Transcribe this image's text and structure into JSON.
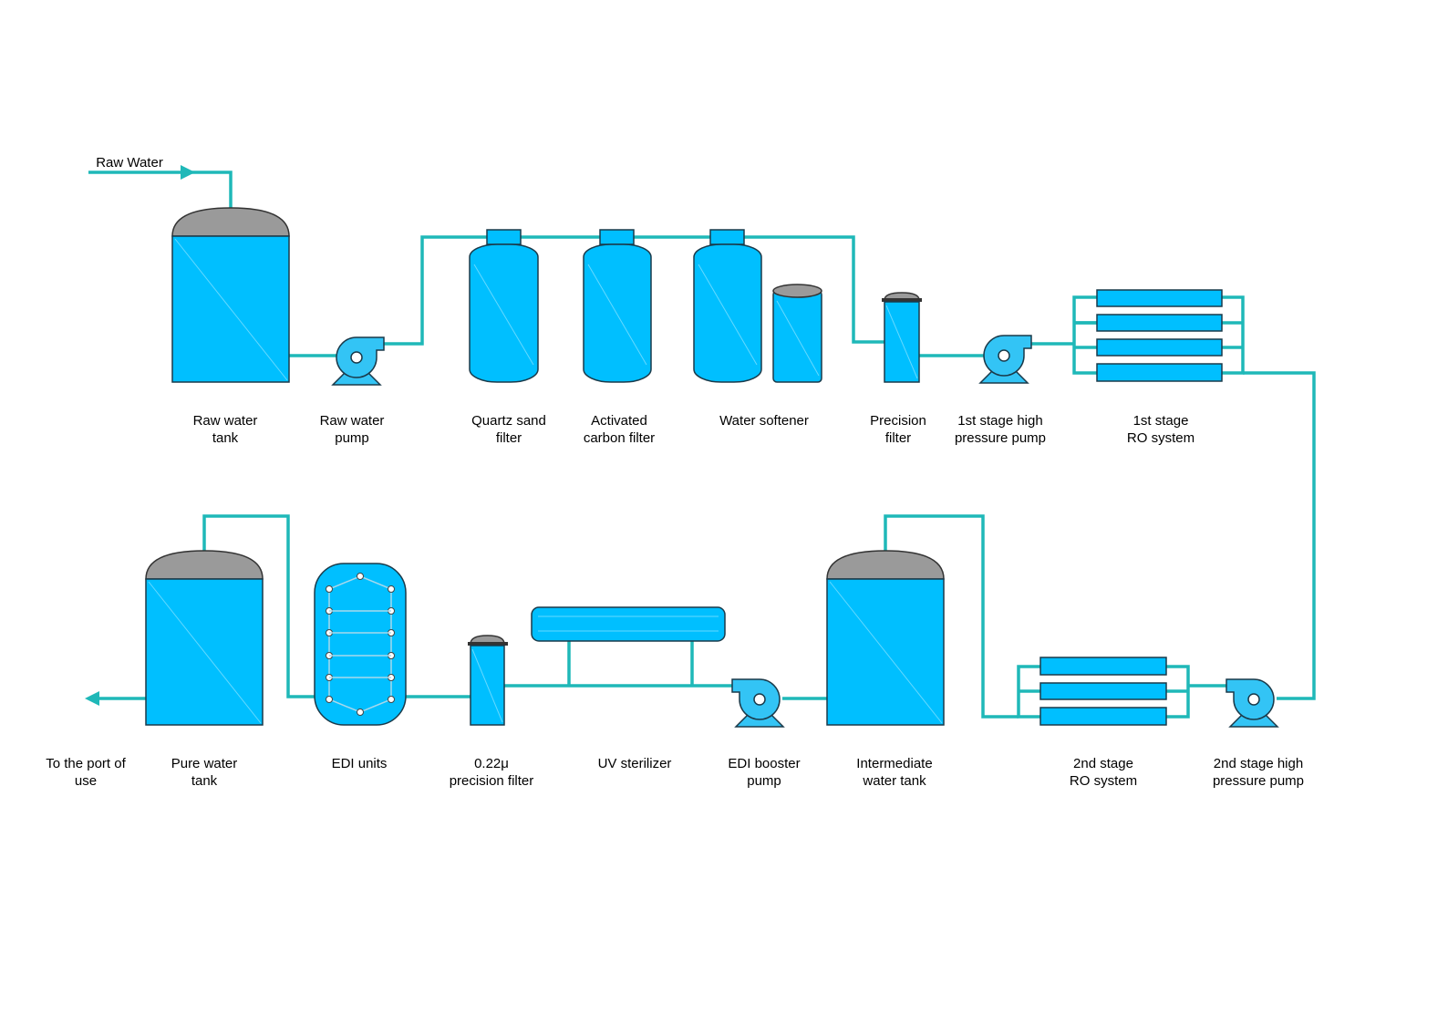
{
  "diagram": {
    "inlet_label": "Raw Water",
    "colors": {
      "pipe": "#1fb8b8",
      "equipment": "#00bfff",
      "dome": "#9a9a9a"
    },
    "labels": {
      "raw_water_tank": [
        "Raw water",
        "tank"
      ],
      "raw_water_pump": [
        "Raw water",
        "pump"
      ],
      "quartz_sand_filter": [
        "Quartz sand",
        "filter"
      ],
      "activated_carbon_filter": [
        "Activated",
        "carbon filter"
      ],
      "water_softener": [
        "Water softener"
      ],
      "precision_filter": [
        "Precision",
        "filter"
      ],
      "hp_pump_1": [
        "1st stage high",
        "pressure pump"
      ],
      "ro_1": [
        "1st stage",
        "RO system"
      ],
      "port_of_use": [
        "To the port of",
        "use"
      ],
      "pure_water_tank": [
        "Pure water",
        "tank"
      ],
      "edi_units": [
        "EDI units"
      ],
      "precision_filter_022": [
        "0.22μ",
        "precision filter"
      ],
      "uv_sterilizer": [
        "UV sterilizer"
      ],
      "edi_booster_pump": [
        "EDI booster",
        "pump"
      ],
      "intermediate_tank": [
        "Intermediate",
        "water tank"
      ],
      "ro_2": [
        "2nd stage",
        "RO system"
      ],
      "hp_pump_2": [
        "2nd stage high",
        "pressure pump"
      ]
    }
  }
}
